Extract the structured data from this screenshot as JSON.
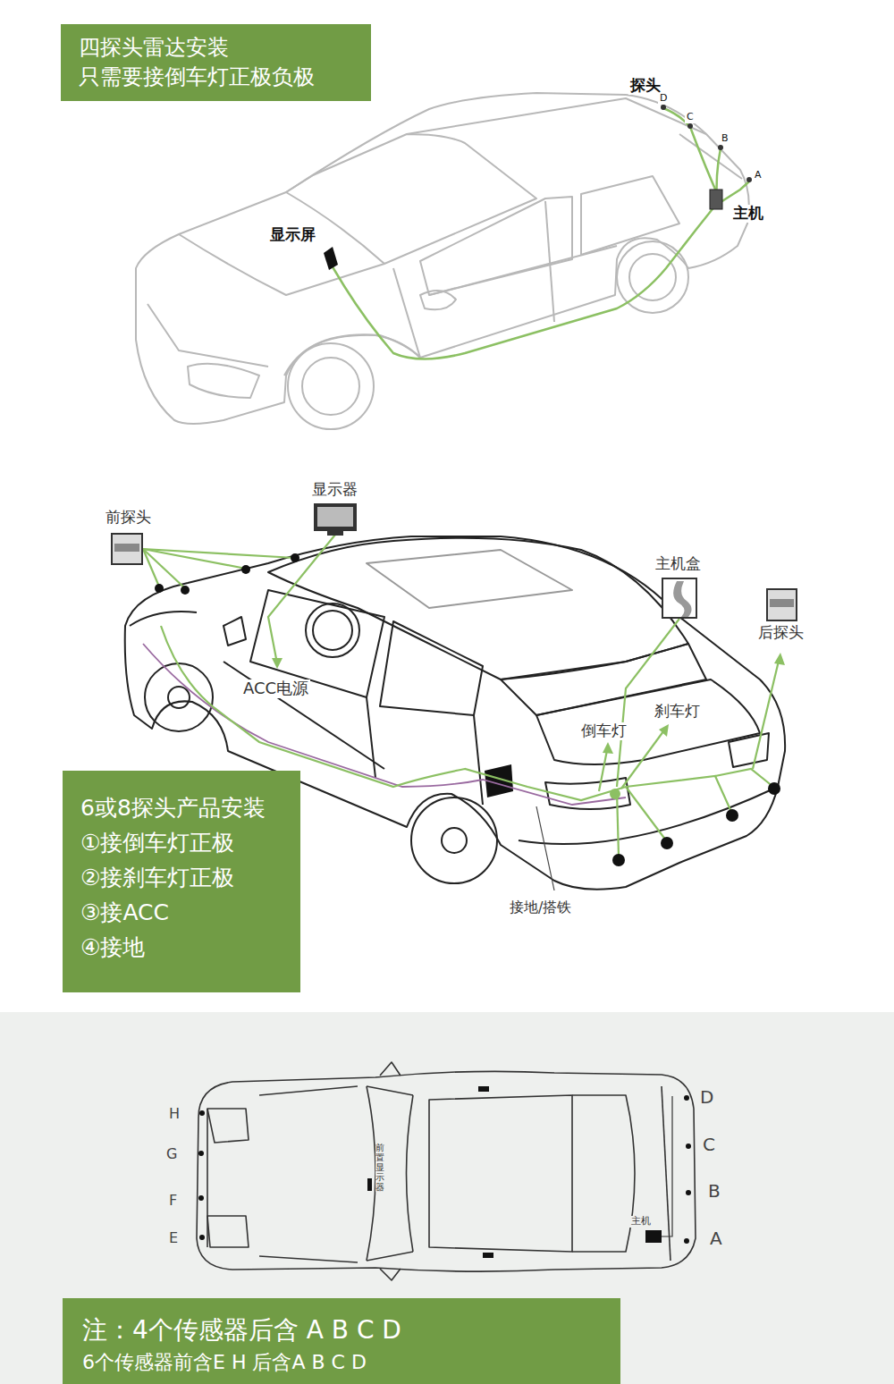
{
  "diagram": {
    "nodes": [
      {
        "text": [
          "四探头雷达安装",
          "只需要接倒车灯正极负极"
        ]
      },
      {
        "text": [
          "6或8探头产品安装",
          "①接倒车灯正极",
          "②接刹车灯正极",
          "③接ACC",
          "④接地"
        ]
      },
      {
        "text": [
          "注：4个传感器后含 A B C D",
          "6个传感器前含E H 后含A B C D"
        ]
      }
    ],
    "labels": [
      "探头",
      "D",
      "C",
      "B",
      "A",
      "主机",
      "显示屏",
      "显示器",
      "前探头",
      "主机盒",
      "后探头",
      "ACC电源",
      "刹车灯",
      "倒车灯",
      "接地/搭铁",
      "H",
      "G",
      "F",
      "E",
      "D",
      "C",
      "B",
      "A",
      "前置显示器",
      "主机"
    ]
  }
}
